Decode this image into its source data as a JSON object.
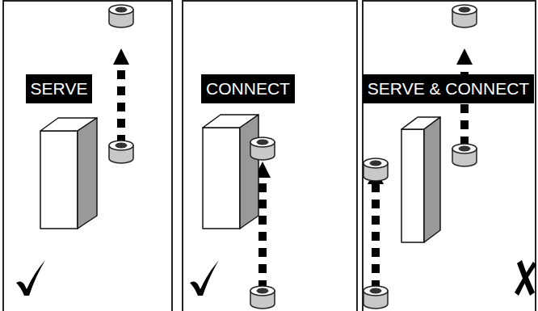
{
  "diagram": {
    "nodes": [
      {
        "text": [
          "SERVE"
        ]
      },
      {
        "text": [
          "CONNECT"
        ]
      },
      {
        "text": [
          "SERVE & CONNECT"
        ]
      }
    ]
  }
}
